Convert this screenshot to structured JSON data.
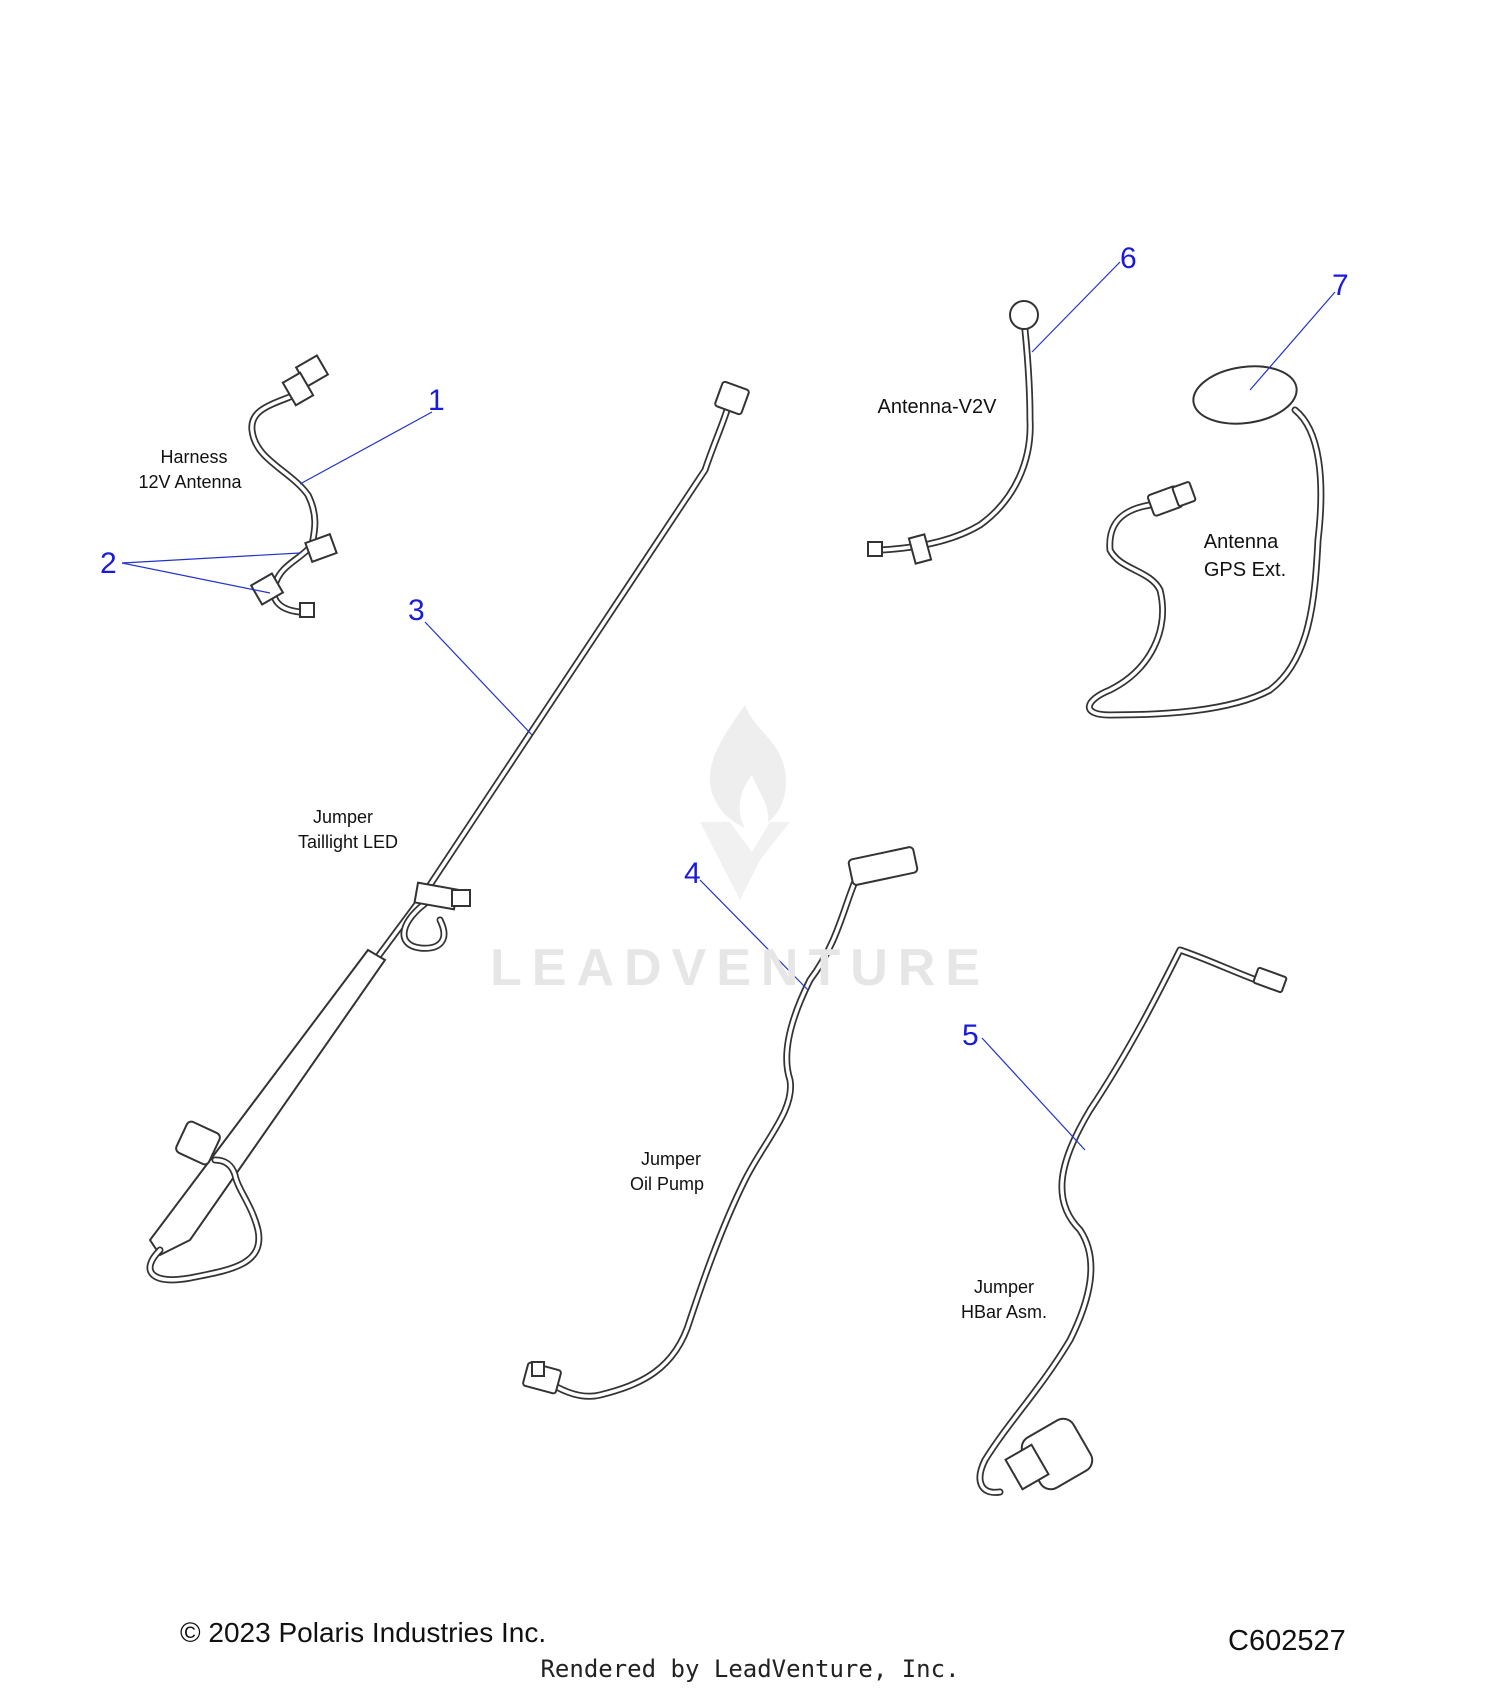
{
  "diagram": {
    "callouts": [
      "1",
      "2",
      "3",
      "4",
      "5",
      "6",
      "7"
    ],
    "parts": {
      "p1": [
        "Harness",
        "12V Antenna"
      ],
      "p3": [
        "Jumper",
        "Taillight LED"
      ],
      "p4": [
        "Jumper",
        "Oil Pump"
      ],
      "p5": [
        "Jumper",
        "HBar Asm."
      ],
      "p6": [
        "Antenna-V2V"
      ],
      "p7": [
        "Antenna",
        "GPS Ext."
      ]
    }
  },
  "watermark": {
    "brand": "LEADVENTURE"
  },
  "footer": {
    "copyright": "© 2023 Polaris Industries Inc.",
    "figure_code": "C602527",
    "rendered_by": "Rendered by LeadVenture, Inc."
  }
}
